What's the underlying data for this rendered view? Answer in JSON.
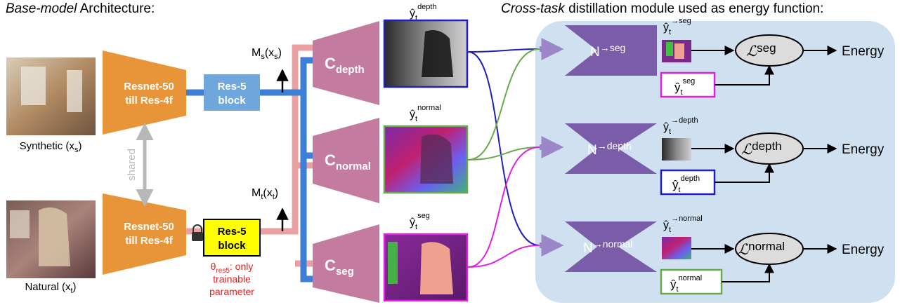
{
  "left_heading": {
    "emph": "Base-model",
    "rest": " Architecture:"
  },
  "right_heading": {
    "emph": "Cross-task",
    "rest": " distillation module used as energy function:"
  },
  "encoder": {
    "line1": "Resnet-50",
    "line2": "till Res-4f"
  },
  "res5": {
    "line1": "Res-5",
    "line2": "block"
  },
  "shared_label": "shared",
  "synthetic_caption": {
    "main": "Synthetic (x",
    "sub": "s",
    "tail": ")"
  },
  "natural_caption": {
    "main": "Natural (x",
    "sub": "t",
    "tail": ")"
  },
  "ms_label": {
    "M": "M",
    "sub": "s",
    "mid": "(x",
    "sub2": "s",
    "tail": ")"
  },
  "mt_label": {
    "M": "M",
    "sub": "t",
    "mid": "(x",
    "sub2": "t",
    "tail": ")"
  },
  "theta_note": {
    "theta": "θ",
    "sub": "res5",
    "rest": ": only",
    "line2": "trainable",
    "line3": "parameter"
  },
  "decoders": [
    {
      "C": "C",
      "sub": "depth"
    },
    {
      "C": "C",
      "sub": "normal"
    },
    {
      "C": "C",
      "sub": "seg"
    }
  ],
  "pred_labels": [
    {
      "y": "ŷ",
      "sub": "t",
      "sup": "depth"
    },
    {
      "y": "ŷ",
      "sub": "t",
      "sup": "normal"
    },
    {
      "y": "ŷ",
      "sub": "t",
      "sup": "seg"
    }
  ],
  "distill": [
    {
      "N": "N",
      "sup": "→seg"
    },
    {
      "N": "N",
      "sup": "→depth"
    },
    {
      "N": "N",
      "sup": "→normal"
    }
  ],
  "distill_out_labels": [
    {
      "y": "ŷ",
      "sub": "t",
      "sup": "→seg"
    },
    {
      "y": "ŷ",
      "sub": "t",
      "sup": "→depth"
    },
    {
      "y": "ŷ",
      "sub": "t",
      "sup": "→normal"
    }
  ],
  "target_boxes": [
    {
      "y": "ŷ",
      "sub": "t",
      "sup": "seg"
    },
    {
      "y": "ŷ",
      "sub": "t",
      "sup": "depth"
    },
    {
      "y": "ŷ",
      "sub": "t",
      "sup": "normal"
    }
  ],
  "losses": [
    {
      "L": "ℒ",
      "sup": "seg"
    },
    {
      "L": "ℒ",
      "sup": "depth"
    },
    {
      "L": "ℒ",
      "sup": "normal"
    }
  ],
  "energy_label": "Energy",
  "colors": {
    "encoder": "#e8953a",
    "res5_synthetic": "#6fa6dc",
    "res5_natural": "#ffff00",
    "decoder": "#c47ba0",
    "distill": "#7b5ca8",
    "module_bg": "#cfe0f1",
    "blue_path": "#3d7fd6",
    "pink_path": "#e8a0a0",
    "depth_border": "#1f1fbf",
    "normal_border": "#6aa84f",
    "seg_border": "#e020e0",
    "theta_red": "#e02020",
    "shared_gray": "#b8b8b8",
    "loss_fill": "#dcdcdc"
  }
}
